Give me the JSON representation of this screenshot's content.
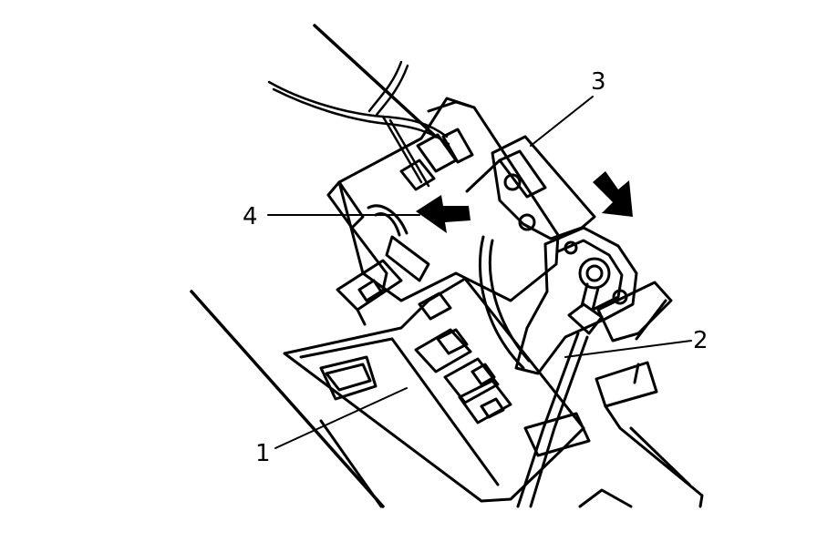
{
  "diagram": {
    "callouts": {
      "c1": "1",
      "c2": "2",
      "c3": "3",
      "c4": "4"
    },
    "colors": {
      "line": "#000000",
      "background": "#ffffff"
    }
  }
}
